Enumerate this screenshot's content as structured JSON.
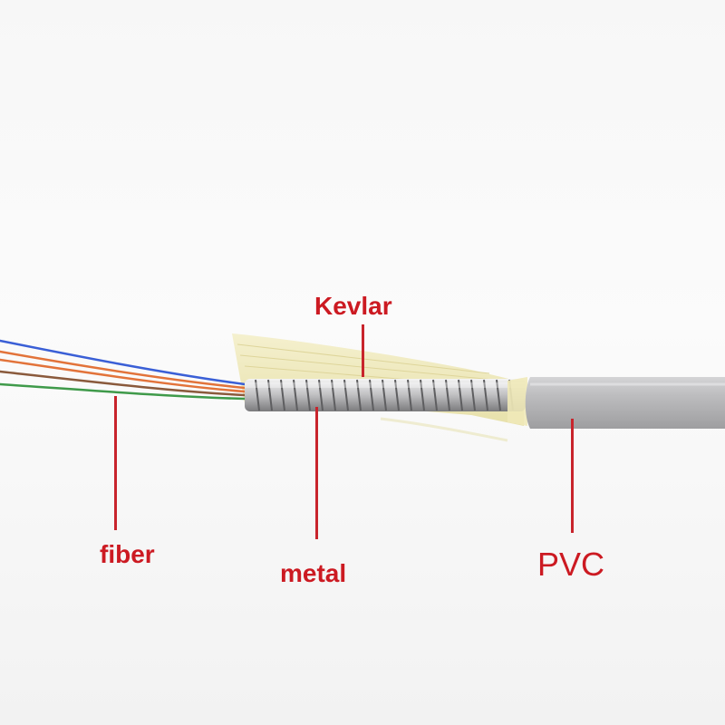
{
  "labels": {
    "kevlar": "Kevlar",
    "fiber": "fiber",
    "metal": "metal",
    "pvc": "PVC"
  },
  "colors": {
    "label_red": "#cc1a22",
    "pointer_red": "#c8242c",
    "pvc_jacket": "#b5b5b7",
    "kevlar_yarn": "#efe9b8",
    "metal_spiral": "#9a9a9c",
    "fiber_blue": "#3a5fd6",
    "fiber_orange": "#e2733a",
    "fiber_brown": "#8a5a3c",
    "fiber_green": "#3f9a4a"
  }
}
